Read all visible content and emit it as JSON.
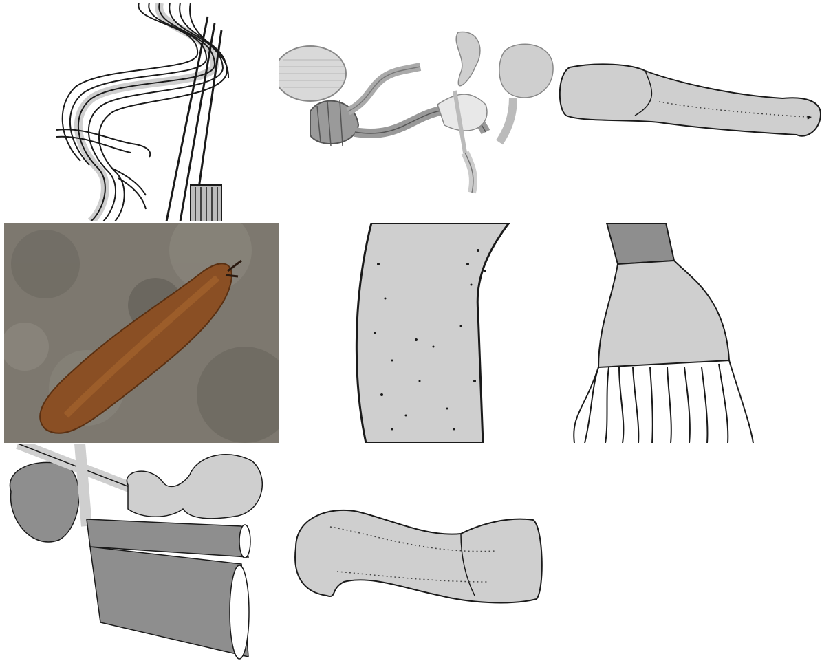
{
  "figure": {
    "panels": [
      {
        "id": "a",
        "subject": "coiled-ducts-drawing"
      },
      {
        "id": "b",
        "subject": "reproductive-system-drawing"
      },
      {
        "id": "c",
        "subject": "penis-outline-drawing"
      },
      {
        "id": "d",
        "subject": "slug-photograph"
      },
      {
        "id": "e",
        "subject": "stippled-organ-section-drawing"
      },
      {
        "id": "f",
        "subject": "gland-with-tubules-drawing"
      },
      {
        "id": "g",
        "subject": "spermatheca-and-ducts-drawing"
      },
      {
        "id": "h",
        "subject": "curved-organ-outline-drawing"
      }
    ],
    "colors": {
      "fill_light": "#cfcfcf",
      "fill_mid": "#bdbdbd",
      "fill_dark": "#8e8e8e",
      "outline": "#1a1a1a",
      "slug_body": "#8a4f24",
      "rock": "#7d786f"
    }
  }
}
